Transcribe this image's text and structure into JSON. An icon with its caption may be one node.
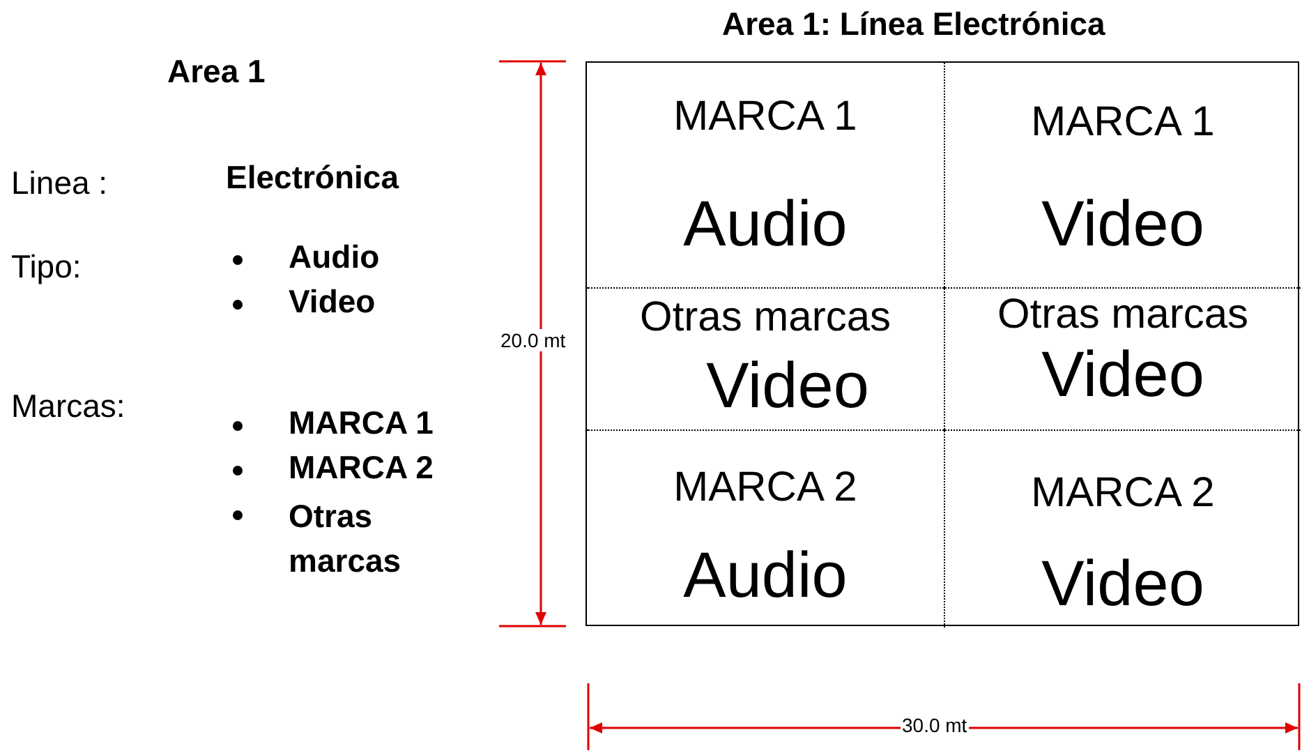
{
  "diagram": {
    "title": "Area 1: Línea Electrónica",
    "nodes": [
      {
        "text": [],
        "shape": "box"
      },
      {
        "text": [
          "MARCA 1",
          "Audio"
        ],
        "in": 0
      },
      {
        "text": [
          "MARCA 1",
          "Video"
        ],
        "in": 0
      },
      {
        "text": [
          "Otras marcas",
          "Video"
        ],
        "in": 0
      },
      {
        "text": [
          "Otras marcas",
          "Video"
        ],
        "in": 0
      },
      {
        "text": [
          "MARCA 2",
          "Audio"
        ],
        "in": 0
      },
      {
        "text": [
          "MARCA 2",
          "Video"
        ],
        "in": 0
      }
    ],
    "edges": [],
    "labels": [
      "Area 1",
      "Linea :",
      "Electrónica",
      "Tipo:",
      "Audio",
      "Video",
      "Marcas:",
      "MARCA 1",
      "MARCA 2",
      "Otras marcas",
      "20.0 mt",
      "30.0 mt"
    ]
  }
}
